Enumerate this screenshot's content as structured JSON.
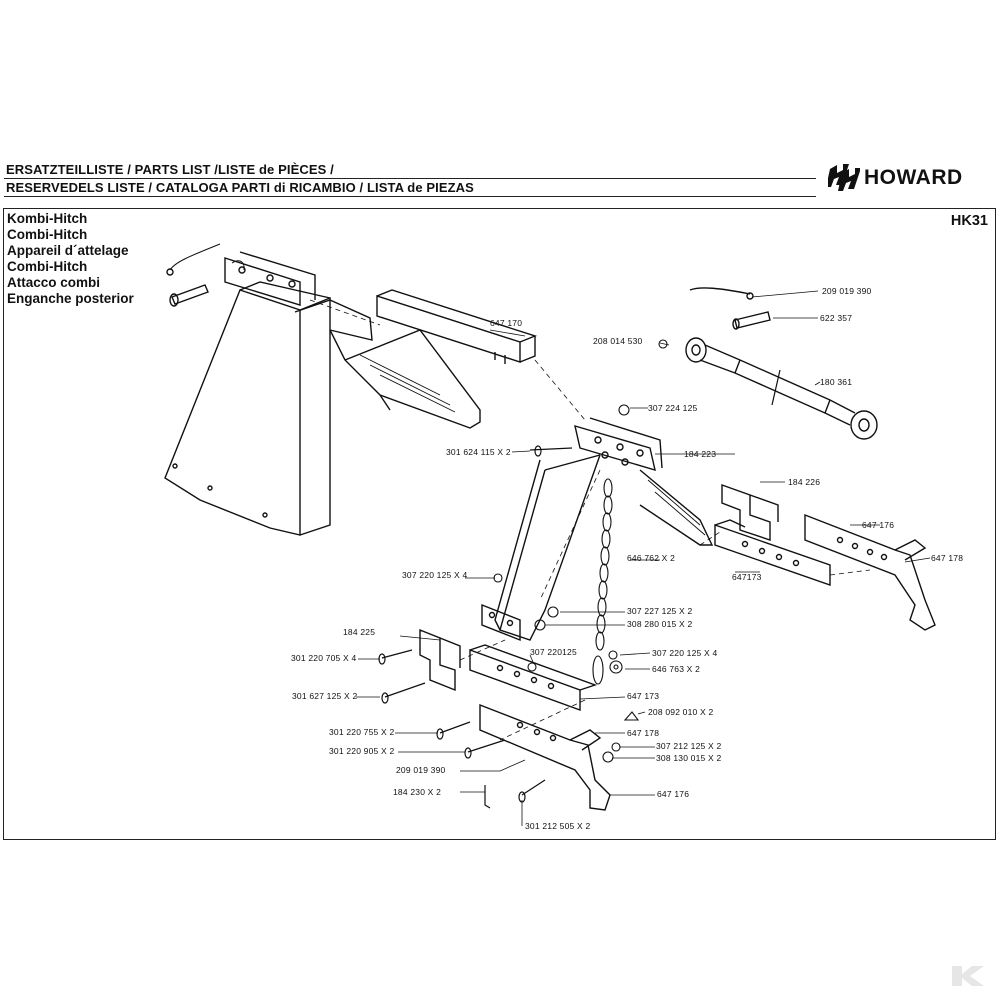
{
  "header": {
    "line1": "ERSATZTEILLISTE / PARTS LIST /LISTE de PIÈCES /",
    "line2": "RESERVEDELS LISTE / CATALOGA PARTI di RICAMBIO / LISTA de PIEZAS",
    "brand": "HOWARD",
    "code": "HK31"
  },
  "titles": [
    "Kombi-Hitch",
    "Combi-Hitch",
    "Appareil d´attelage",
    "Combi-Hitch",
    "Attacco combi",
    "Enganche posterior"
  ],
  "parts": [
    {
      "id": "p1",
      "text": "209 019 390"
    },
    {
      "id": "p2",
      "text": "622 357"
    },
    {
      "id": "p3",
      "text": "647 170"
    },
    {
      "id": "p4",
      "text": "208 014 530"
    },
    {
      "id": "p5",
      "text": "180 361"
    },
    {
      "id": "p6",
      "text": "307 224 125"
    },
    {
      "id": "p7",
      "text": "301 624 115 X 2"
    },
    {
      "id": "p8",
      "text": "184 223"
    },
    {
      "id": "p9",
      "text": "184 226"
    },
    {
      "id": "p10",
      "text": "647 176"
    },
    {
      "id": "p11",
      "text": "647 178"
    },
    {
      "id": "p12",
      "text": "646 762 X 2"
    },
    {
      "id": "p13",
      "text": "647173"
    },
    {
      "id": "p14",
      "text": "307 220 125 X 4"
    },
    {
      "id": "p15",
      "text": "307 227 125 X 2"
    },
    {
      "id": "p16",
      "text": "308 280 015 X 2"
    },
    {
      "id": "p17",
      "text": "184 225"
    },
    {
      "id": "p18",
      "text": "307 220125"
    },
    {
      "id": "p19",
      "text": "307 220 125 X 4"
    },
    {
      "id": "p20",
      "text": "301 220 705 X 4"
    },
    {
      "id": "p21",
      "text": "646 763 X 2"
    },
    {
      "id": "p22",
      "text": "301 627 125 X 2"
    },
    {
      "id": "p23",
      "text": "647 173"
    },
    {
      "id": "p24",
      "text": "208 092 010 X 2"
    },
    {
      "id": "p25",
      "text": "301 220 755 X 2"
    },
    {
      "id": "p26",
      "text": "647 178"
    },
    {
      "id": "p27",
      "text": "307 212 125 X 2"
    },
    {
      "id": "p28",
      "text": "301 220 905 X 2"
    },
    {
      "id": "p29",
      "text": "308 130 015 X 2"
    },
    {
      "id": "p30",
      "text": "209 019 390"
    },
    {
      "id": "p31",
      "text": "184 230 X 2"
    },
    {
      "id": "p32",
      "text": "647 176"
    },
    {
      "id": "p33",
      "text": "301 212 505 X 2"
    }
  ]
}
